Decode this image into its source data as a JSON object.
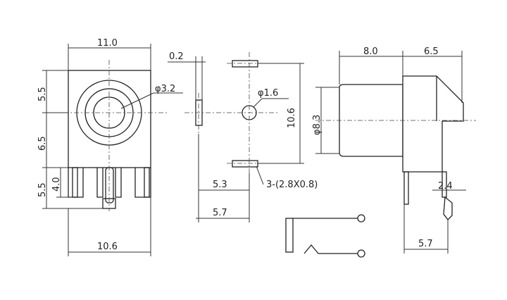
{
  "front_view": {
    "width_top": "11.0",
    "height_upper": "5.5",
    "height_middle": "6.5",
    "height_lower": "5.5",
    "pin_length": "4.0",
    "bore_diameter": "φ3.2",
    "width_bottom": "10.6"
  },
  "pcb_layout": {
    "pad_offset": "0.2",
    "hole_diameter": "φ1.6",
    "pad_spacing_vertical": "10.6",
    "pad_inner_x": "5.3",
    "pad_outer_x": "5.7",
    "pad_spec": "3-(2.8X0.8)"
  },
  "side_view": {
    "barrel_length": "8.0",
    "body_length": "6.5",
    "barrel_diameter": "φ8.3",
    "pin_offset": "2.4",
    "pin_span": "5.7"
  },
  "colors": {
    "line": "#333333",
    "background": "#ffffff"
  }
}
